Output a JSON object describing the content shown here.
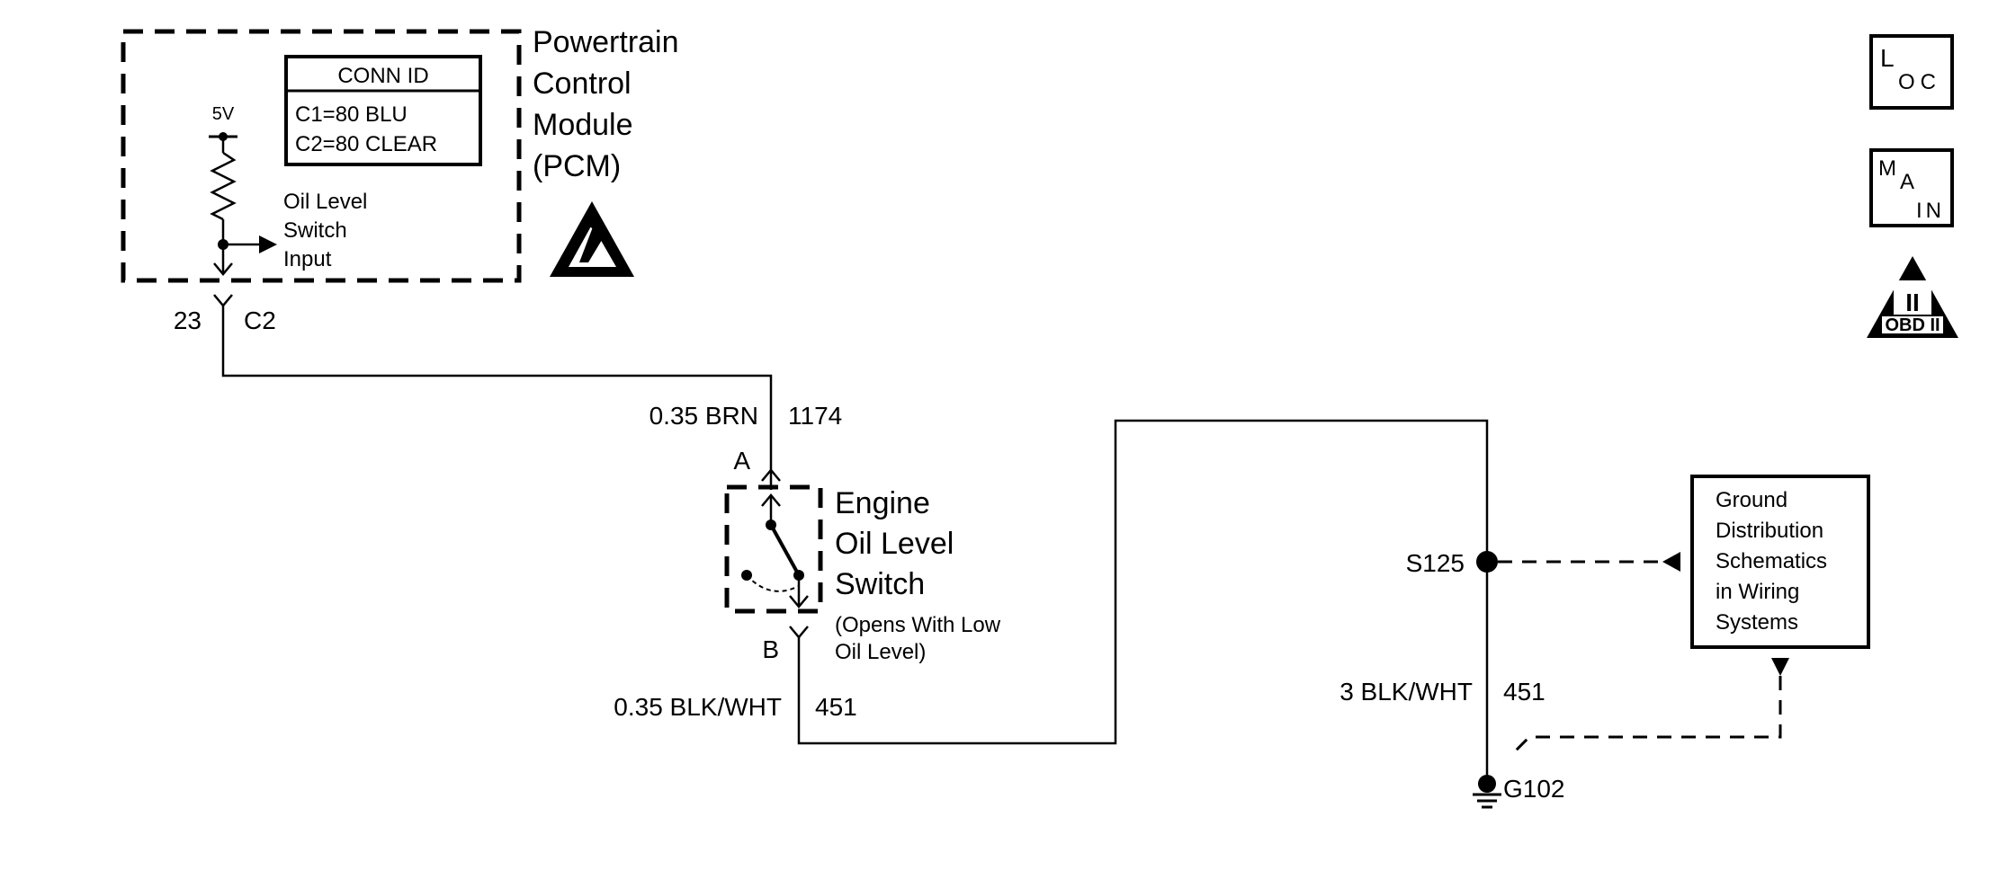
{
  "pcm": {
    "name_lines": [
      "Powertrain",
      "Control",
      "Module",
      "(PCM)"
    ],
    "conn_id": {
      "title": "CONN ID",
      "lines": [
        "C1=80 BLU",
        "C2=80 CLEAR"
      ]
    },
    "voltage": "5V",
    "input_label_lines": [
      "Oil Level",
      "Switch",
      "Input"
    ],
    "pin": "23",
    "connector": "C2",
    "esd_icon": "esd-warning-icon"
  },
  "wire_top": {
    "gauge_color": "0.35 BRN",
    "circuit": "1174"
  },
  "switch": {
    "terminal_a": "A",
    "terminal_b": "B",
    "name_lines": [
      "Engine",
      "Oil Level",
      "Switch"
    ],
    "note_lines": [
      "(Opens With Low",
      "Oil Level)"
    ]
  },
  "wire_bottom": {
    "gauge_color": "0.35 BLK/WHT",
    "circuit": "451"
  },
  "splice": {
    "id": "S125"
  },
  "wire_ground": {
    "gauge_color": "3 BLK/WHT",
    "circuit": "451"
  },
  "ground": {
    "id": "G102"
  },
  "ground_ref": {
    "lines": [
      "Ground",
      "Distribution",
      "Schematics",
      "in Wiring",
      "Systems"
    ]
  },
  "side_icons": {
    "loc": {
      "big": "L",
      "small": "OC",
      "icon": "loc-icon"
    },
    "main": {
      "big": "M",
      "mid": "A",
      "small": "IN",
      "icon": "main-icon"
    },
    "obd": {
      "roman": "II",
      "label": "OBD II",
      "icon": "obd-ii-icon"
    }
  }
}
